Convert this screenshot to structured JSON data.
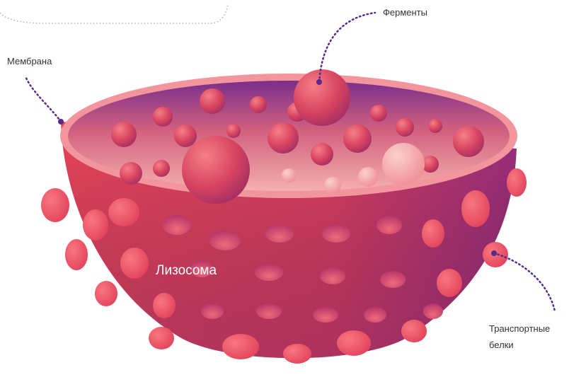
{
  "diagram": {
    "title": "Лизосома",
    "labels": {
      "enzymes": "Ферменты",
      "membrane": "Мембрана",
      "transport_line1": "Транспортные",
      "transport_line2": "белки"
    }
  },
  "colors": {
    "outer_body": "#e8455f",
    "outer_shadow": "#8b2b7a",
    "rim": "#f2939c",
    "inner_wall": "#8a3a8e",
    "inner_floor": "#f4a8ab",
    "pointer": "#5b2a86"
  }
}
